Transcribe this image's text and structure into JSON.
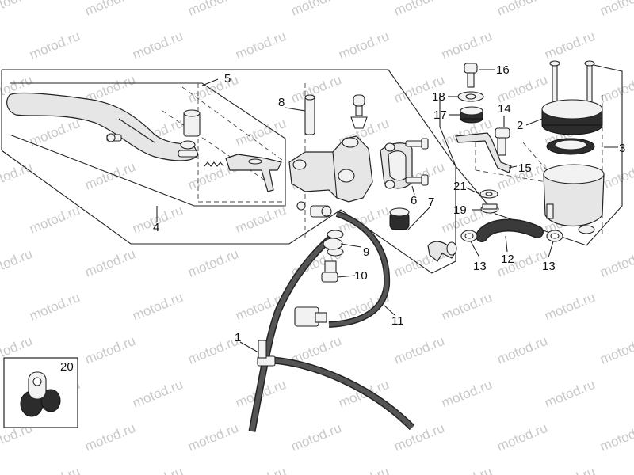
{
  "watermark": "motod.ru",
  "callouts": [
    "1",
    "2",
    "3",
    "4",
    "5",
    "6",
    "7",
    "8",
    "9",
    "10",
    "11",
    "12",
    "13",
    "13",
    "14",
    "15",
    "16",
    "17",
    "18",
    "19",
    "20",
    "21"
  ],
  "colors": {
    "line": "#222222",
    "part_fill": "#e6e6e6",
    "dark_part": "#2c2c2c",
    "watermark": "#c9c9c9"
  }
}
